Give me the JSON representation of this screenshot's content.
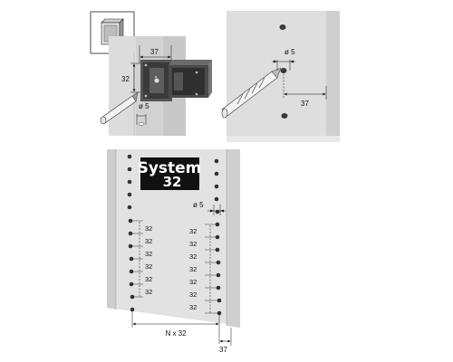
{
  "panel_top_left": {
    "dimension_width": "37",
    "dimension_height": "32",
    "hole_diameter": "ø 5"
  },
  "panel_top_right": {
    "hole_diameter": "ø 5",
    "dimension_offset": "37"
  },
  "panel_bottom": {
    "logo_line1": "System",
    "logo_line2": "32",
    "hole_diameter": "ø 5",
    "left_column_pitch_labels": [
      "32",
      "32",
      "32",
      "32",
      "32",
      "32"
    ],
    "right_column_pitch_labels": [
      "32",
      "32",
      "32",
      "32",
      "32",
      "32",
      "32"
    ],
    "dimension_total": "N x 32",
    "dimension_offset": "37"
  }
}
